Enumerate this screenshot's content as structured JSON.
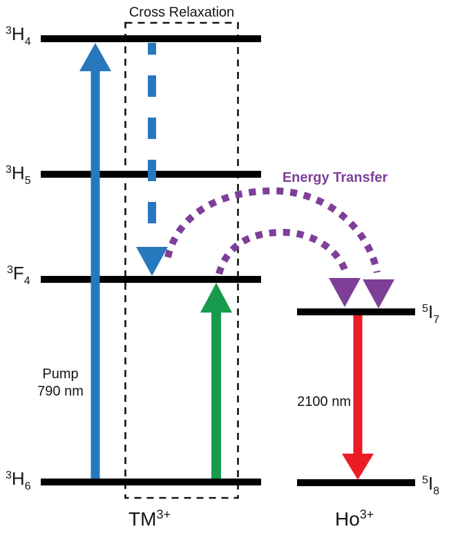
{
  "figure": {
    "background": "#ffffff",
    "cross_relaxation": {
      "label": "Cross Relaxation"
    },
    "energy_transfer": {
      "label": "Energy Transfer"
    },
    "pump": {
      "line1": "Pump",
      "line2": "790 nm"
    },
    "emission": {
      "label": "2100 nm"
    },
    "ions": {
      "tm": {
        "symbol": "TM",
        "charge": "3+"
      },
      "ho": {
        "symbol": "Ho",
        "charge": "3+"
      }
    },
    "levels": {
      "tm_3h4": {
        "sup": "3",
        "letter": "H",
        "sub": "4"
      },
      "tm_3h5": {
        "sup": "3",
        "letter": "H",
        "sub": "5"
      },
      "tm_3f4": {
        "sup": "3",
        "letter": "F",
        "sub": "4"
      },
      "tm_3h6": {
        "sup": "3",
        "letter": "H",
        "sub": "6"
      },
      "ho_5i7": {
        "sup": "5",
        "letter": "I",
        "sub": "7"
      },
      "ho_5i8": {
        "sup": "5",
        "letter": "I",
        "sub": "8"
      }
    },
    "colors": {
      "pump_blue": "#2878BE",
      "excitation_green": "#169B4C",
      "emission_red": "#EC1C24",
      "transfer_purple": "#7E3F98",
      "level_black": "#000000",
      "box_black": "#111111"
    },
    "transitions": [
      {
        "name": "pump",
        "ion": "TM3+",
        "from": "3H6",
        "to": "3H4",
        "direction": "up",
        "style": "solid",
        "color": "#2878BE",
        "label": "Pump 790 nm"
      },
      {
        "name": "cross-relaxation-decay",
        "ion": "TM3+",
        "from": "3H4",
        "to": "3F4",
        "direction": "down",
        "style": "dashed",
        "color": "#2878BE",
        "label": "Cross Relaxation"
      },
      {
        "name": "cross-relaxation-excitation",
        "ion": "TM3+",
        "from": "3H6",
        "to": "3F4",
        "direction": "up",
        "style": "solid",
        "color": "#169B4C",
        "label": "Cross Relaxation"
      },
      {
        "name": "energy-transfer",
        "ion": "TM3+ to Ho3+",
        "from": "3F4",
        "to": "5I7",
        "direction": "arc-right",
        "style": "dotted",
        "color": "#7E3F98",
        "label": "Energy Transfer"
      },
      {
        "name": "laser-emission",
        "ion": "Ho3+",
        "from": "5I7",
        "to": "5I8",
        "direction": "down",
        "style": "solid",
        "color": "#EC1C24",
        "label": "2100 nm"
      }
    ]
  }
}
